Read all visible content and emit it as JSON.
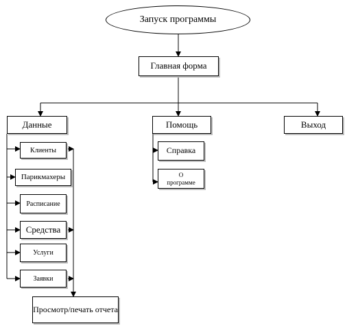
{
  "diagram": {
    "start": "Запуск программы",
    "main_form": "Главная форма",
    "branches": {
      "data": "Данные",
      "help": "Помощь",
      "exit": "Выход"
    },
    "data_items": {
      "clients": "Клиенты",
      "hairdressers": "Парикмахеры",
      "schedule": "Расписание",
      "funds": "Средства",
      "services": "Услуги",
      "requests": "Заявки"
    },
    "report": "Просмотр/печать отчета",
    "help_items": {
      "reference": "Справка",
      "about_line1": "О",
      "about_line2": "программе"
    }
  }
}
